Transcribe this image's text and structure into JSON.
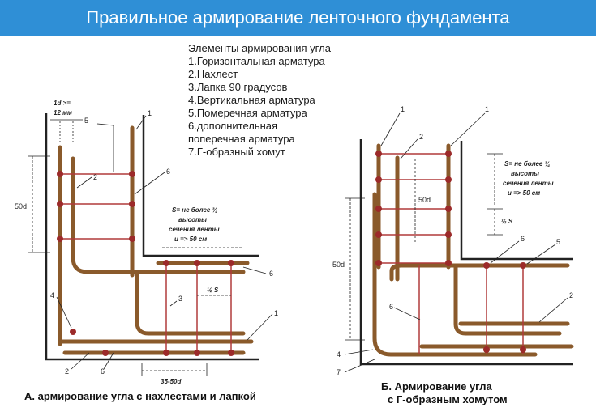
{
  "title": "Правильное армирование ленточного фундамента",
  "legend": {
    "heading": "Элементы армирования угла",
    "items": [
      "1.Горизонтальная арматура",
      "2.Нахлест",
      "3.Лапка 90 градусов",
      "4.Вертикальная арматура",
      "5.Померечная арматура",
      "6.дополнительная",
      "поперечная арматура",
      "7.Г-образный хомут"
    ]
  },
  "diagram_a": {
    "caption": "А. армирование угла с нахлестами и лапкой",
    "d_label_1": "1d >=",
    "d_label_2": "12 мм",
    "dim_50d": "50d",
    "spacing_1": "S= не более ¾",
    "spacing_2": "высоты",
    "spacing_3": "сечения ленты",
    "spacing_4": "и => 50 см",
    "half_s": "½ S",
    "overlap": "35-50d",
    "markers": [
      "5",
      "1",
      "2",
      "6",
      "6",
      "4",
      "3",
      "1",
      "2",
      "6"
    ]
  },
  "diagram_b": {
    "caption_1": "Б. Армирование угла",
    "caption_2": "с Г-образным хомутом",
    "dim_50d_a": "50d",
    "dim_50d_b": "50d",
    "spacing_1": "S= не более ¾",
    "spacing_2": "высоты",
    "spacing_3": "сечения ленты",
    "spacing_4": "и => 50 см",
    "half_s": "½ S",
    "markers": [
      "1",
      "1",
      "2",
      "6",
      "5",
      "6",
      "2",
      "4",
      "7"
    ]
  },
  "colors": {
    "title_bar": "#2f8fd6",
    "rebar": "#8a5a2b",
    "rebar_dark": "#5e3a17",
    "joint": "#9c2a2a",
    "wire": "#b03a3a",
    "form": "#222222"
  }
}
